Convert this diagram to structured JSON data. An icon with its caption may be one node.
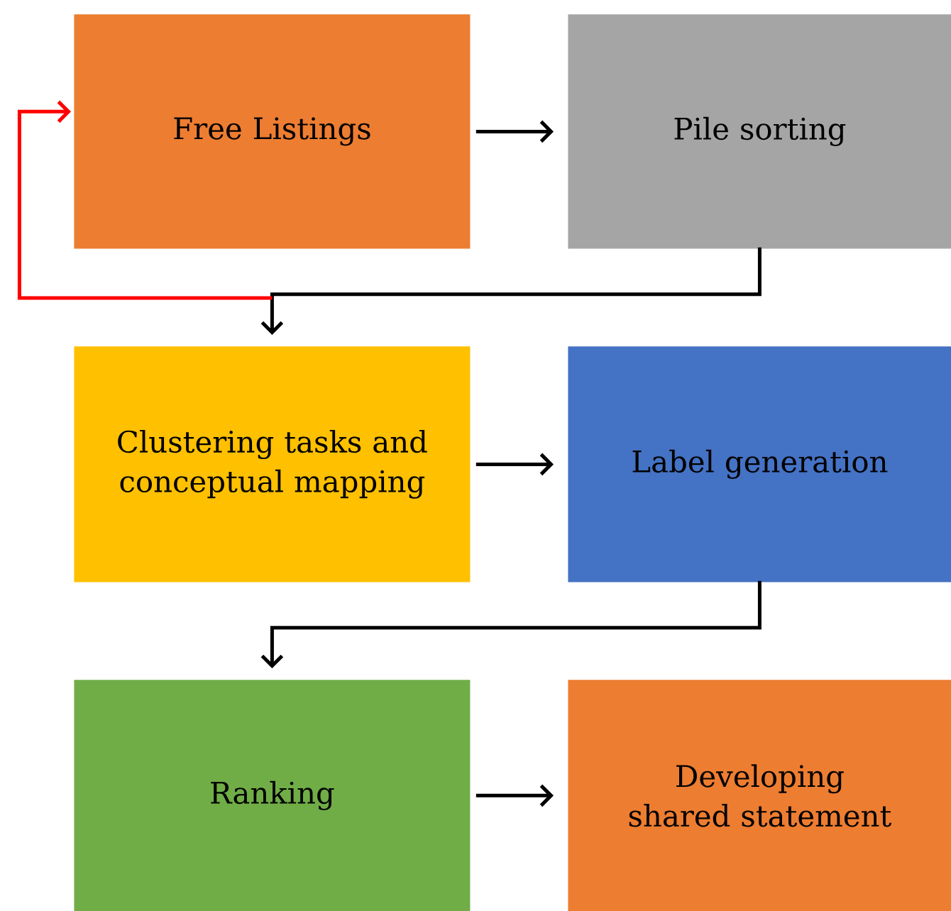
{
  "diagram": {
    "nodes": [
      {
        "text": [
          "Free Listings"
        ]
      },
      {
        "text": [
          "Pile sorting"
        ]
      },
      {
        "text": [
          "Clustering tasks and conceptual mapping"
        ]
      },
      {
        "text": [
          "Label generation"
        ]
      },
      {
        "text": [
          "Ranking"
        ]
      },
      {
        "text": [
          "Developing shared statement"
        ]
      }
    ],
    "edges": [
      {
        "from": 0,
        "to": 1,
        "arrow": "to"
      },
      {
        "from": 1,
        "to": 2,
        "arrow": "to"
      },
      {
        "from": 2,
        "to": 3,
        "arrow": "to"
      },
      {
        "from": 3,
        "to": 4,
        "arrow": "to"
      },
      {
        "from": 4,
        "to": 5,
        "arrow": "to"
      },
      {
        "from": 2,
        "to": 0,
        "arrow": "to",
        "color": "#ff0000"
      }
    ]
  }
}
